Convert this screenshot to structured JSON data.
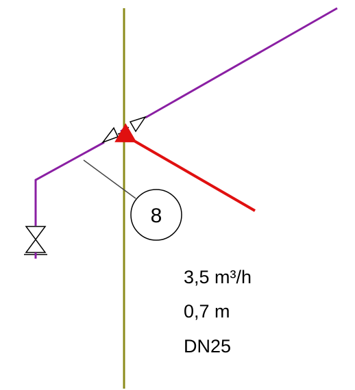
{
  "diagram": {
    "segment_number": "8",
    "flow_label": "3,5 m³/h",
    "length_label": "0,7 m",
    "diameter_label": "DN25"
  },
  "colors": {
    "pipe": "#8a1fa3",
    "vertical_line": "#8b8b1a",
    "arrow": "#e01010",
    "leader": "#444444",
    "symbol": "#000000"
  },
  "icons": {
    "valve": "valve-icon",
    "pointer": "red-arrow-icon",
    "flow_direction": "flow-arrow-icon"
  }
}
